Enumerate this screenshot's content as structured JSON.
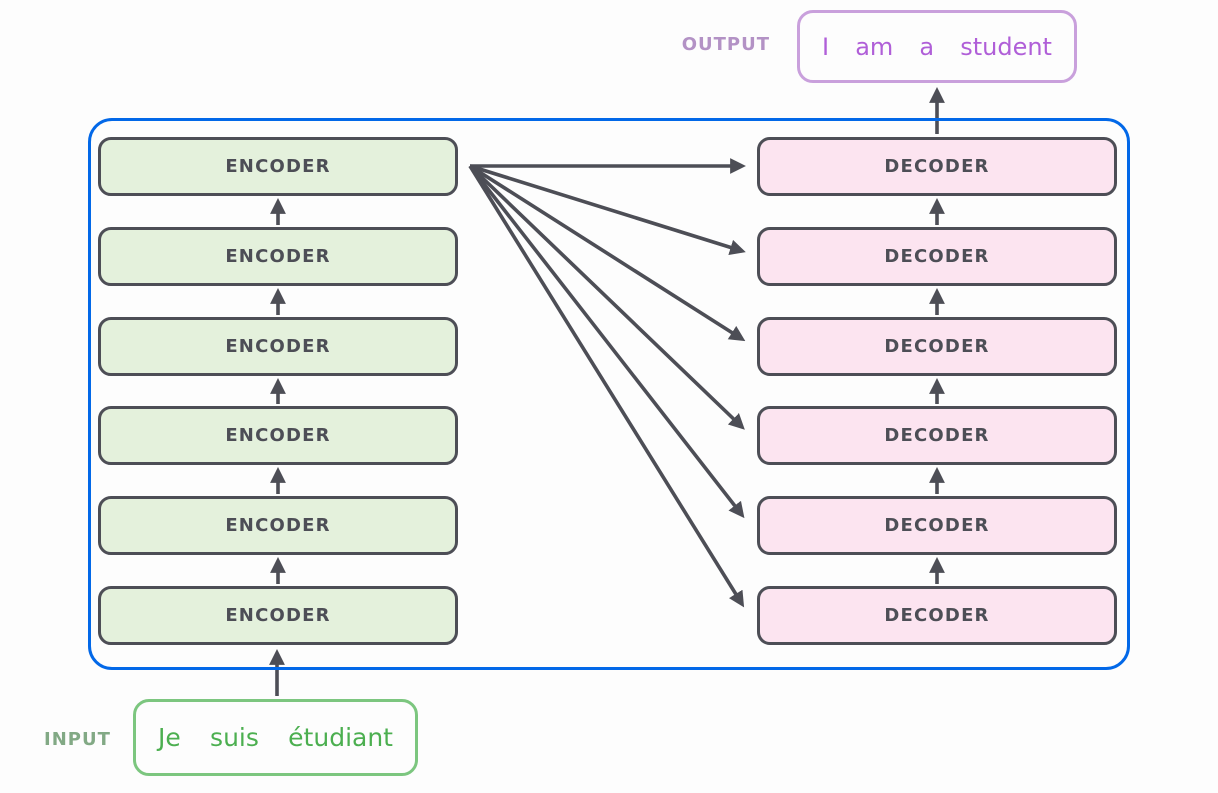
{
  "colors": {
    "background": "#fdfdfd",
    "accent-blue": "#0268e8",
    "box-border": "#4d4e56",
    "box-text": "#4d4e56",
    "arrow": "#4d4e56",
    "encoder-fill": "#e4f1dc",
    "decoder-fill": "#fce4f0",
    "input-border": "#7cc67f",
    "input-text": "#4caf50",
    "input-label": "#82a985",
    "output-border": "#c9a0dc",
    "output-text": "#b05fd8",
    "output-label": "#b392c5"
  },
  "diagram": {
    "output_label": "OUTPUT",
    "output_words": [
      "I",
      "am",
      "a",
      "student"
    ],
    "input_label": "INPUT",
    "input_words": [
      "Je",
      "suis",
      "étudiant"
    ],
    "encoders": [
      "ENCODER",
      "ENCODER",
      "ENCODER",
      "ENCODER",
      "ENCODER",
      "ENCODER"
    ],
    "decoders": [
      "DECODER",
      "DECODER",
      "DECODER",
      "DECODER",
      "DECODER",
      "DECODER"
    ]
  }
}
